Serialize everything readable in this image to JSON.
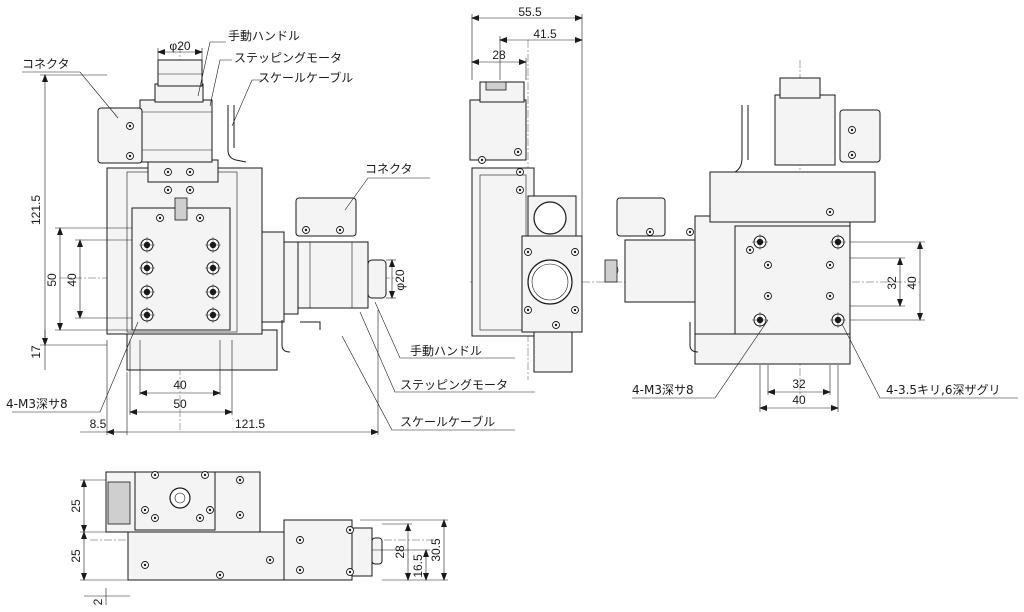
{
  "labels": {
    "connector_1": "コネクタ",
    "connector_2": "コネクタ",
    "handle_top": "手動ハンドル",
    "motor_top": "ステッピングモータ",
    "cable_top": "スケールケーブル",
    "handle_bottom": "手動ハンドル",
    "motor_bottom": "ステッピングモータ",
    "cable_bottom": "スケールケーブル",
    "tap_left": "4-M3深サ8",
    "tap_right": "4-M3深サ8",
    "cbore_right": "4-3.5キリ,6深ザグリ"
  },
  "dims": {
    "phi20_top": "φ20",
    "phi20_side": "φ20",
    "d121_5_v": "121.5",
    "d50_v": "50",
    "d40_v": "40",
    "d17": "17",
    "d40_h": "40",
    "d50_h": "50",
    "d8_5": "8.5",
    "d121_5_h": "121.5",
    "d55_5": "55.5",
    "d41_5": "41.5",
    "d28_top": "28",
    "d32_v": "32",
    "d40_vr": "40",
    "d32_h": "32",
    "d40_hr": "40",
    "d25_a": "25",
    "d25_b": "25",
    "d2": "2",
    "d28_bot": "28",
    "d16_5": "16.5",
    "d30_5": "30.5"
  }
}
